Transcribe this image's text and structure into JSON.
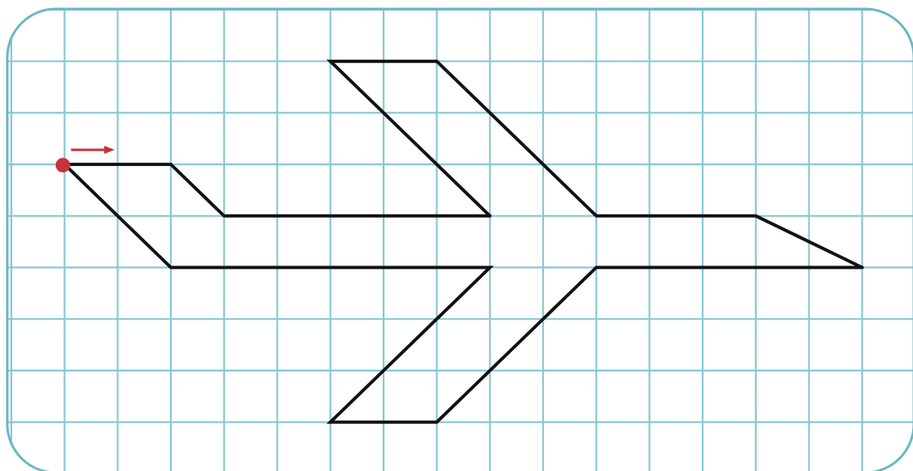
{
  "grid": {
    "columns": 17,
    "rows": 9,
    "line_color": "#86c8d6",
    "border_color": "#6bb6c6",
    "background": "#ffffff"
  },
  "figure": {
    "stroke_color": "#111111",
    "start_dot_color": "#c8323c",
    "arrow_color": "#c8323c",
    "start_arrow_direction": "right"
  }
}
